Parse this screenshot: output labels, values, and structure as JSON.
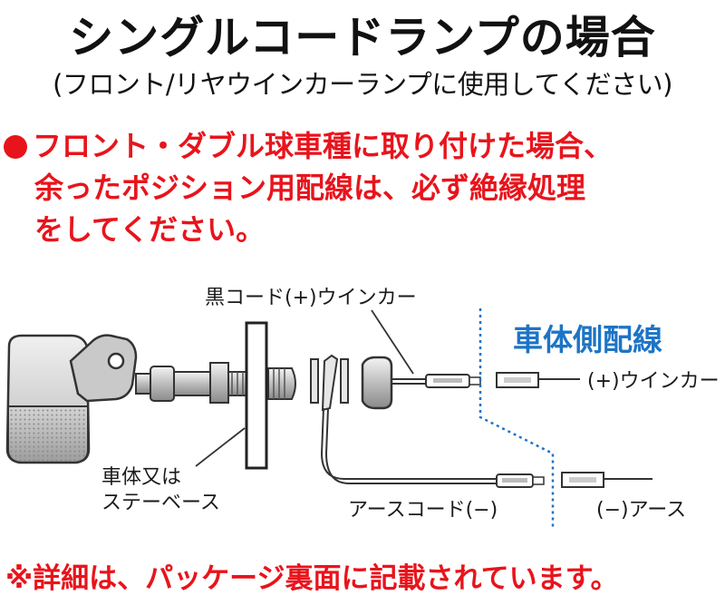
{
  "header": {
    "title": "シングルコードランプの場合",
    "subtitle": "(フロント/リヤウインカーランプに使用してください)"
  },
  "notice": {
    "line1": "フロント・ダブル球車種に取り付けた場合、",
    "line2_prefix": "余ったポジション用配線は、必ず",
    "line2_strong": "絶縁処理",
    "line3": "をしてください。",
    "bullet_color": "#e8141c"
  },
  "diagram": {
    "label_black_cord": "黒コード(+)ウインカー",
    "label_body_1": "車体又は",
    "label_body_2": "ステーベース",
    "label_ground_cord": "アースコード(−)",
    "label_vehicle_side": "車体側配線",
    "label_plus_winker": "(+)ウインカー",
    "label_minus_ground": "(−)アース",
    "vehicle_side_color": "#1d74c6"
  },
  "footer": {
    "note": "※詳細は、パッケージ裏面に記載されています。"
  }
}
